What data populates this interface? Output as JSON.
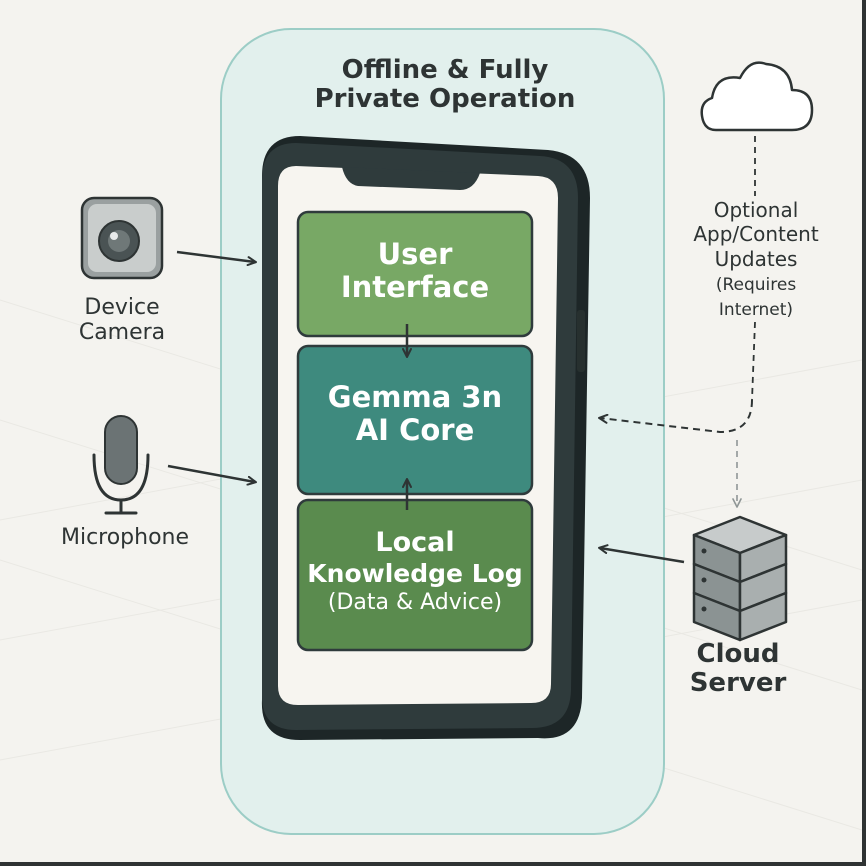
{
  "boundary": {
    "title_line1": "Offline & Fully",
    "title_line2": "Private Operation"
  },
  "blocks": {
    "user_interface": {
      "line1": "User",
      "line2": "Interface"
    },
    "ai_core": {
      "line1": "Gemma 3n",
      "line2": "AI Core"
    },
    "knowledge_log": {
      "line1": "Local",
      "line2": "Knowledge Log",
      "line3": "(Data & Advice)"
    }
  },
  "inputs": {
    "camera": {
      "line1": "Device",
      "line2": "Camera"
    },
    "microphone": {
      "label": "Microphone"
    }
  },
  "remote": {
    "updates": {
      "line1": "Optional",
      "line2": "App/Content",
      "line3": "Updates",
      "line4": "(Requires",
      "line5": "Internet)"
    },
    "server": {
      "line1": "Cloud",
      "line2": "Server"
    }
  },
  "colors": {
    "boundary_fill": "#e2f0ed",
    "boundary_stroke": "#9ccdc6",
    "phone_body": "#2f3b3c",
    "phone_screen": "#f7f5f0",
    "user_interface_block": "#78a865",
    "ai_core_block": "#3e8a7e",
    "knowledge_log_block": "#5a8b4e",
    "text_dark": "#2e3434"
  },
  "icons": {
    "camera": "camera-icon",
    "microphone": "microphone-icon",
    "cloud": "cloud-icon",
    "server": "server-rack-icon"
  }
}
